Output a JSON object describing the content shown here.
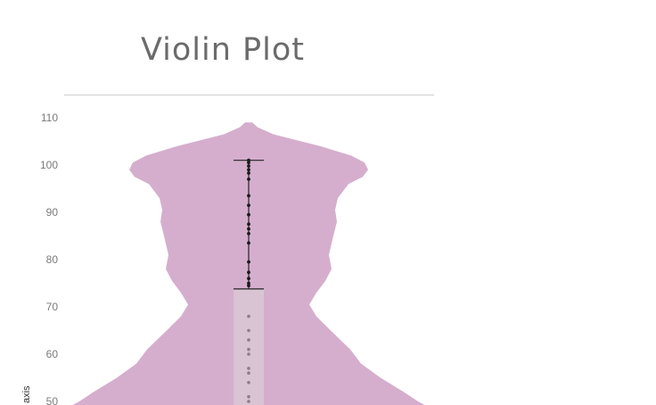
{
  "chart_data": {
    "type": "violin",
    "title": "Violin Plot",
    "ylabel": "axis",
    "y_ticks": [
      50,
      60,
      70,
      80,
      90,
      100,
      110
    ],
    "ylim": [
      50,
      110
    ],
    "colors": {
      "violin": "#d5aecd",
      "box": "#d9c4d3",
      "point": "#8c7d8a",
      "point_dark": "#1a1a1a",
      "whisker": "#222222"
    },
    "box": {
      "q3": 73.8,
      "whisker_high": 101
    },
    "violin_profile": [
      {
        "y": 109,
        "half_width": 4
      },
      {
        "y": 108,
        "half_width": 10
      },
      {
        "y": 106.5,
        "half_width": 28
      },
      {
        "y": 104,
        "half_width": 80
      },
      {
        "y": 102,
        "half_width": 115
      },
      {
        "y": 100.5,
        "half_width": 130
      },
      {
        "y": 99,
        "half_width": 134
      },
      {
        "y": 97.5,
        "half_width": 128
      },
      {
        "y": 96,
        "half_width": 112
      },
      {
        "y": 93,
        "half_width": 100
      },
      {
        "y": 90.5,
        "half_width": 97
      },
      {
        "y": 88,
        "half_width": 99
      },
      {
        "y": 85,
        "half_width": 95
      },
      {
        "y": 81,
        "half_width": 90
      },
      {
        "y": 78,
        "half_width": 93
      },
      {
        "y": 75.5,
        "half_width": 86
      },
      {
        "y": 73,
        "half_width": 76
      },
      {
        "y": 70.5,
        "half_width": 68
      },
      {
        "y": 68,
        "half_width": 76
      },
      {
        "y": 65,
        "half_width": 92
      },
      {
        "y": 61,
        "half_width": 114
      },
      {
        "y": 58,
        "half_width": 126
      },
      {
        "y": 55,
        "half_width": 148
      },
      {
        "y": 52,
        "half_width": 174
      },
      {
        "y": 50,
        "half_width": 190
      },
      {
        "y": 49,
        "half_width": 200
      }
    ],
    "points": [
      101,
      100.5,
      99.8,
      99,
      98.3,
      97,
      93.5,
      91.5,
      89.5,
      87.5,
      86.5,
      85.5,
      83.5,
      79.5,
      77.3,
      76,
      75,
      74.5,
      68,
      65,
      63,
      61,
      60,
      57,
      56,
      54,
      51,
      50
    ]
  }
}
